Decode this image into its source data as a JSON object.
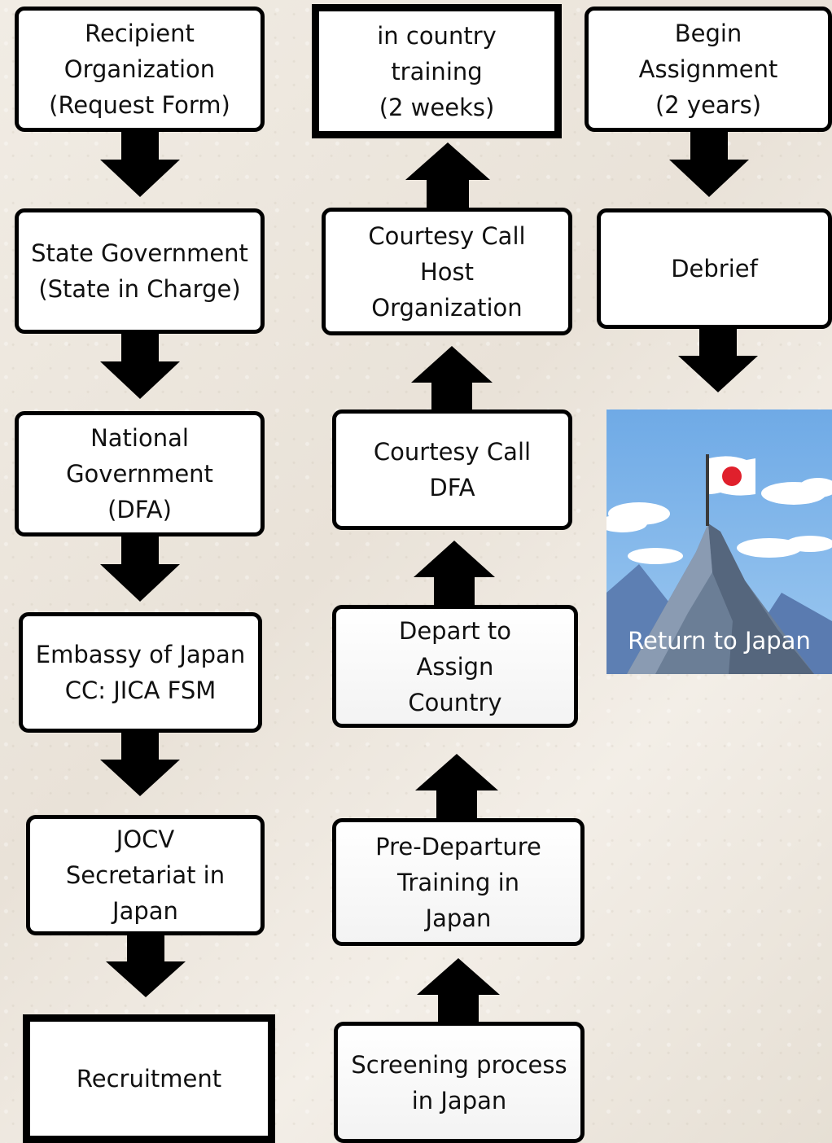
{
  "flow": {
    "col1": [
      "Recipient\nOrganization\n(Request Form)",
      "State Government\n(State in Charge)",
      "National\nGovernment\n(DFA)",
      "Embassy of Japan\nCC: JICA FSM",
      "JOCV\nSecretariat in\nJapan",
      "Recruitment"
    ],
    "col2": [
      "in country\ntraining\n(2 weeks)",
      "Courtesy Call\nHost\nOrganization",
      "Courtesy Call\nDFA",
      "Depart to\nAssign\nCountry",
      "Pre-Departure\nTraining in\nJapan",
      "Screening process\nin Japan"
    ],
    "col3": [
      "Begin\nAssignment\n(2 years)",
      "Debrief"
    ]
  },
  "final": {
    "caption": "Return to Japan",
    "flag_colors": {
      "field": "#ffffff",
      "disc": "#e0202c"
    }
  },
  "colors": {
    "arrow": "#000000",
    "border": "#000000",
    "sky": "#7fb4ea"
  }
}
